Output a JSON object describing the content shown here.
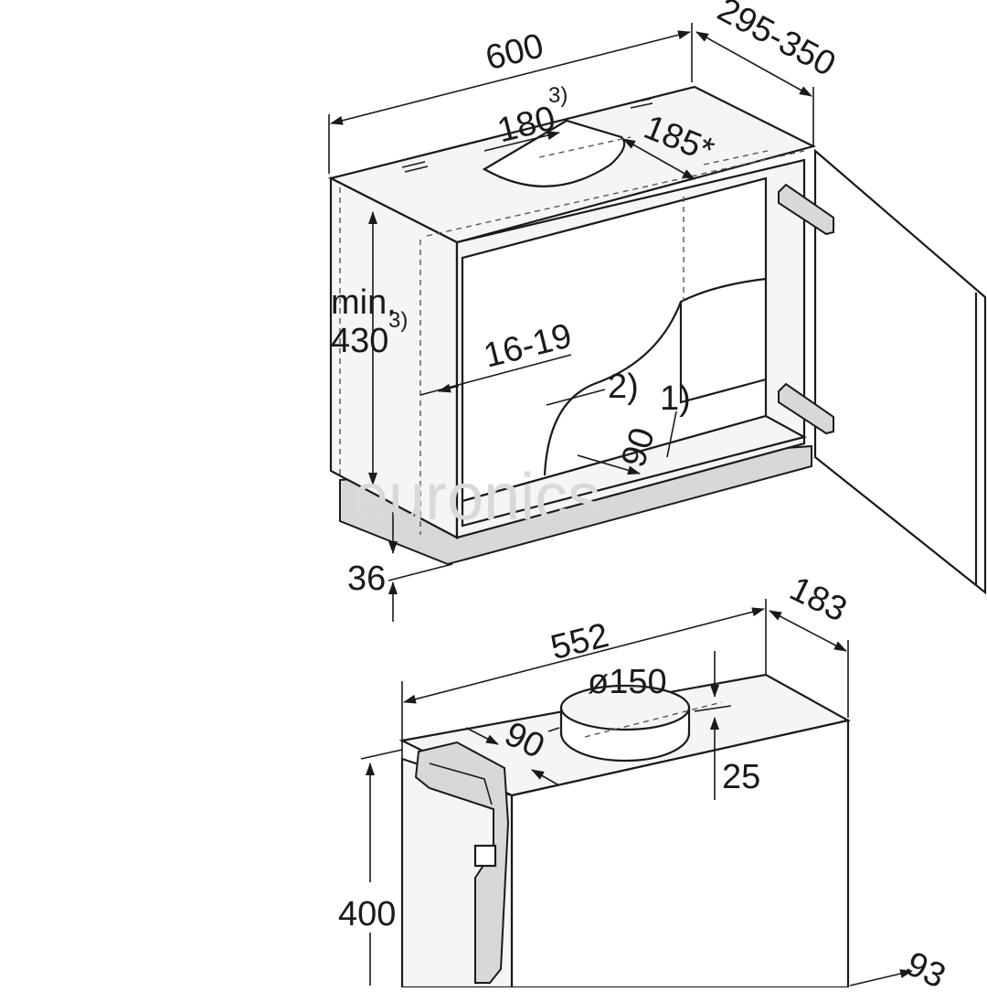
{
  "cabinet": {
    "width": "600",
    "depth": "295-350",
    "opening_width": "180",
    "opening_note": "3)",
    "opening_depth": "185*",
    "height_line1": "min.",
    "height_line2": "430",
    "height_note": "3)",
    "side_thickness": "16-19",
    "note_2": "2)",
    "note_1": "1)",
    "inner_depth": "90",
    "base_height": "36"
  },
  "hood": {
    "width": "552",
    "depth": "183",
    "duct_diameter": "ø150",
    "duct_offset": "90",
    "duct_height": "25",
    "height": "400",
    "front_offset": "93"
  },
  "watermark": "euronics"
}
